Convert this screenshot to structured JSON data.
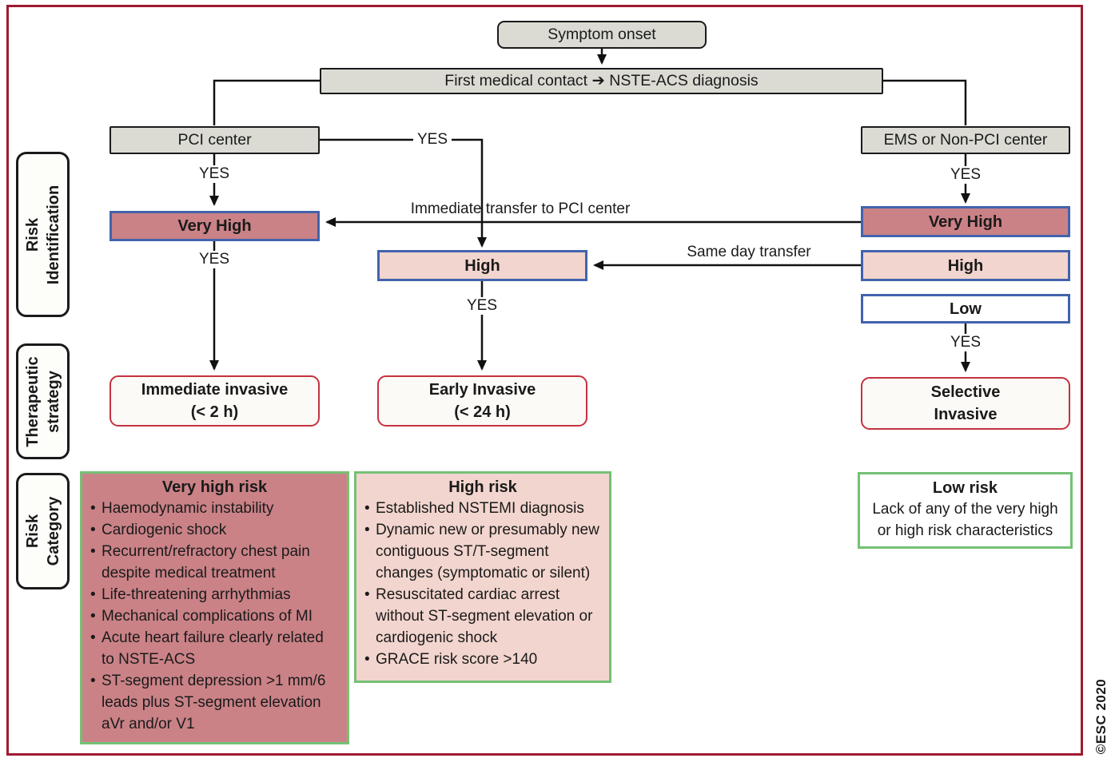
{
  "copyright": "©ESC 2020",
  "colors": {
    "outer_border": "#a01a31",
    "box_gray": "#dbdbd4",
    "dark_pink": "#ca8287",
    "light_pink": "#f2d5ce",
    "blue_border": "#4263ac",
    "green_border": "#74c175",
    "red_border": "#c53240",
    "offwhite": "#fbfaf6"
  },
  "nodes": {
    "symptom_onset": "Symptom onset",
    "first_medical_contact": "First medical contact ➔ NSTE-ACS diagnosis",
    "pci_center": "PCI center",
    "ems_center": "EMS or Non-PCI center",
    "very_high_left": "Very High",
    "high_mid": "High",
    "very_high_right": "Very High",
    "high_right": "High",
    "low_right": "Low",
    "immediate_invasive": {
      "line1": "Immediate invasive",
      "line2": "(< 2 h)"
    },
    "early_invasive": {
      "line1": "Early Invasive",
      "line2": "(< 24 h)"
    },
    "selective_invasive": {
      "line1": "Selective",
      "line2": "Invasive"
    }
  },
  "edge_labels": {
    "yes": "YES",
    "immediate_transfer": "Immediate transfer to PCI center",
    "same_day_transfer": "Same day transfer"
  },
  "side_labels": {
    "risk_identification": {
      "line1": "Risk",
      "line2": "Identification"
    },
    "therapeutic_strategy": {
      "line1": "Therapeutic",
      "line2": "strategy"
    },
    "risk_category": {
      "line1": "Risk",
      "line2": "Category"
    }
  },
  "risk_categories": {
    "very_high": {
      "title": "Very high risk",
      "items": [
        "Haemodynamic instability",
        "Cardiogenic shock",
        "Recurrent/refractory chest pain despite medical treatment",
        "Life-threatening arrhythmias",
        "Mechanical complications of MI",
        "Acute heart failure clearly related to NSTE-ACS",
        "ST-segment depression >1 mm/6 leads plus ST-segment elevation aVr and/or V1"
      ]
    },
    "high": {
      "title": "High risk",
      "items": [
        "Established NSTEMI diagnosis",
        "Dynamic new or presumably new contiguous ST/T-segment changes (symptomatic or silent)",
        "Resuscitated cardiac arrest without ST-segment elevation or cardiogenic shock",
        "GRACE risk score >140"
      ]
    },
    "low": {
      "title": "Low risk",
      "text": "Lack of any of the very high or high risk characteristics"
    }
  }
}
